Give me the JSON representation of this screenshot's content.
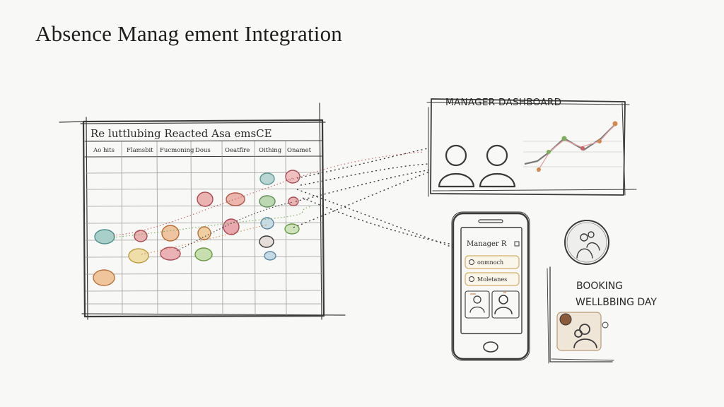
{
  "title": "Absence Manag ement Integration",
  "calendar": {
    "heading": "Re luttlubing Reacted Asa emsCE",
    "columns": [
      "Ao hits",
      "Flamsbit",
      "Fucmoning",
      "Dous",
      "Oeatfire",
      "Oithing",
      "Onamet"
    ],
    "colors": {
      "teal": "#6fa8a6",
      "red": "#c9636a",
      "orange": "#d4874e",
      "yellow": "#d6b84e",
      "green": "#7cae5a",
      "grey": "#8c8c8c"
    }
  },
  "dashboard": {
    "label": "MANAGER DASHBOARD"
  },
  "phone": {
    "header": "Manager R",
    "rows": [
      "onmnoch",
      "Moletanes"
    ]
  },
  "booking": {
    "line1": "BOOKING",
    "line2": "WELLBBING DAY"
  }
}
